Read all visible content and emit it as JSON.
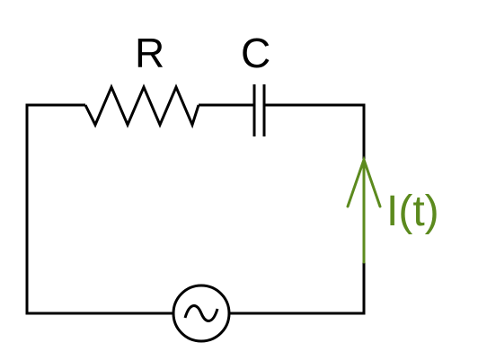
{
  "labels": {
    "resistor": "R",
    "capacitor": "C",
    "current": "I(t)"
  },
  "colors": {
    "wire": "#000000",
    "current": "#5c8a1e"
  },
  "icons": {
    "source": "ac-source-icon",
    "current_direction": "arrow-up-icon"
  }
}
